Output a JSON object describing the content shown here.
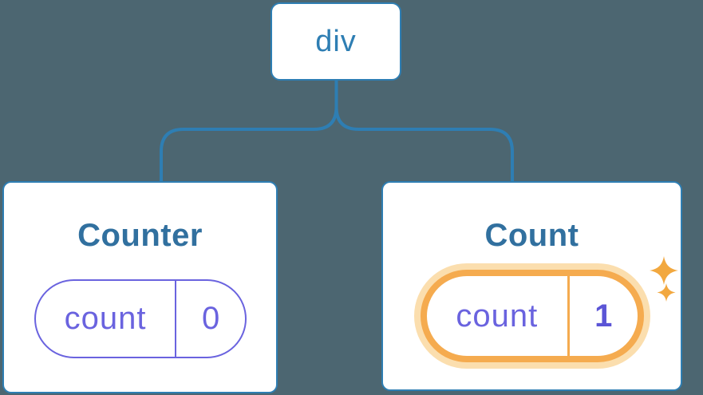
{
  "colors": {
    "background": "#4C6671",
    "line_blue": "#2E7EB3",
    "title_blue": "#31709F",
    "purple": "#6A63DF",
    "value_purple": "#5B55D6",
    "orange": "#F5AB4F",
    "orange_glow": "#FBDEAE",
    "sparkle_orange": "#F2A83F",
    "card_background": "#FFFFFF"
  },
  "diagram": {
    "root": {
      "label": "div"
    },
    "children": [
      {
        "title": "Counter",
        "state_key": "count",
        "state_value": "0",
        "highlighted": false
      },
      {
        "title": "Count",
        "state_key": "count",
        "state_value": "1",
        "highlighted": true,
        "badge_icon": "sparkles-icon"
      }
    ]
  }
}
